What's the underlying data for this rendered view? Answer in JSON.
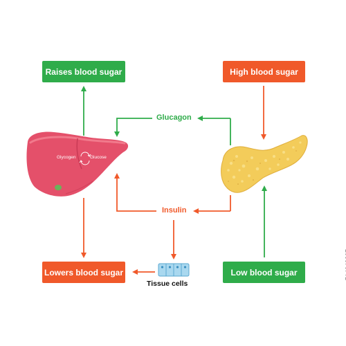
{
  "boxes": {
    "raises": "Raises blood sugar",
    "high": "High blood sugar",
    "lowers": "Lowers blood sugar",
    "low": "Low blood sugar"
  },
  "hormones": {
    "glucagon": "Glucagon",
    "insulin": "Insulin"
  },
  "liver": {
    "glycogen": "Glycogen",
    "glucose": "Glucose"
  },
  "tissue": "Tissue cells",
  "stock_id": "714043207",
  "colors": {
    "green": "#2fac4a",
    "orange": "#f0592a",
    "liver": "#e4506a",
    "pancreas": "#f3cc5a",
    "cells": "#a9d8ef"
  }
}
